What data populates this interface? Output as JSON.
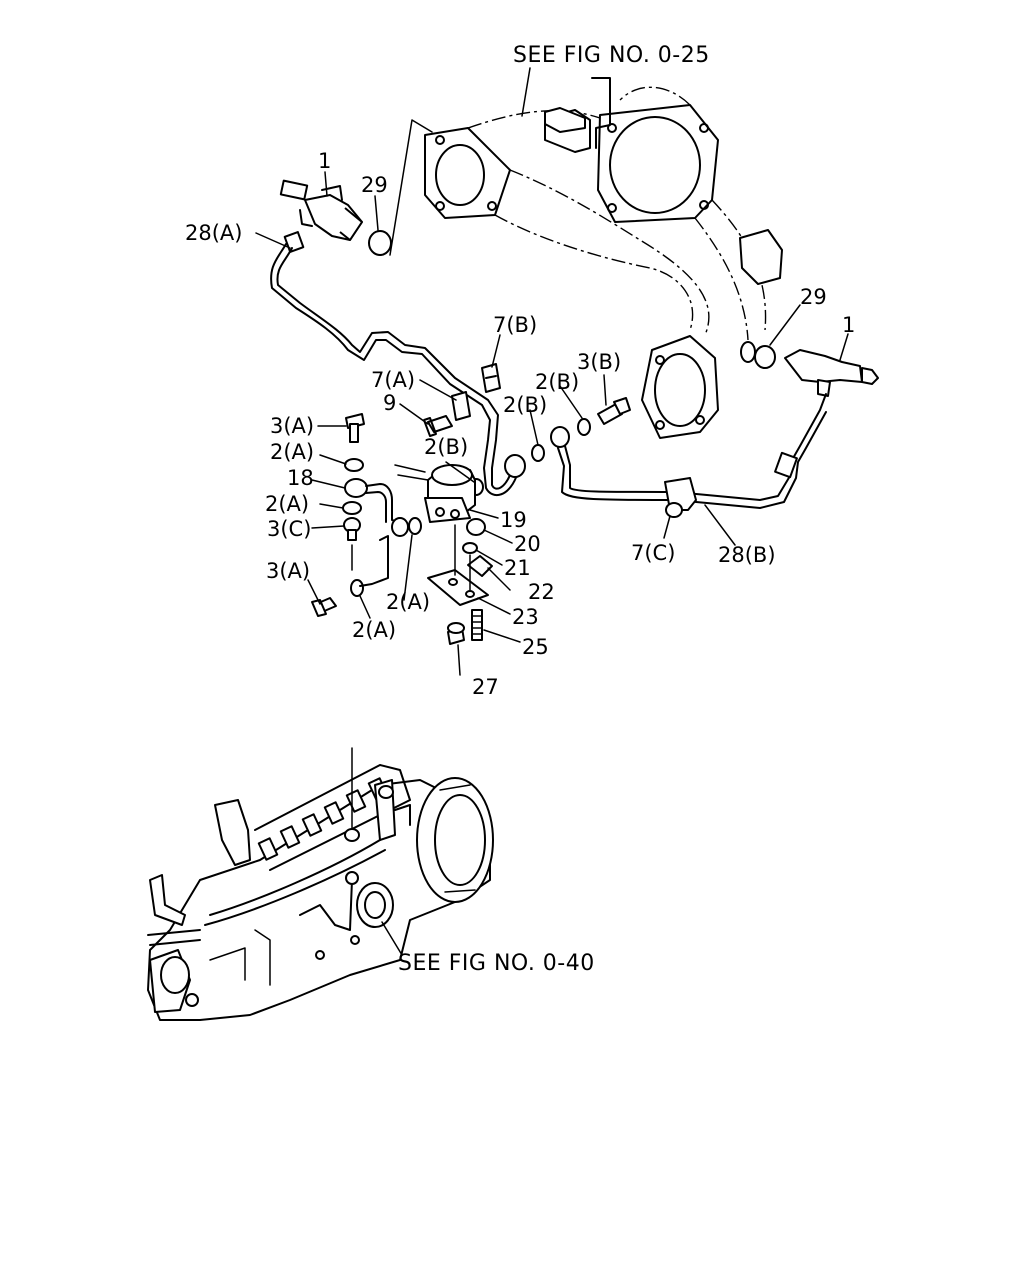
{
  "references": {
    "top": "SEE FIG NO. 0-25",
    "bottom": "SEE FIG NO. 0-40"
  },
  "callouts": {
    "c1_left": "1",
    "c29_left": "29",
    "c28a": "28(A)",
    "c29_right": "29",
    "c1_right": "1",
    "c7b": "7(B)",
    "c7a": "7(A)",
    "c9": "9",
    "c3b": "3(B)",
    "c2b_a": "2(B)",
    "c2b_b": "2(B)",
    "c2b_c": "2(B)",
    "c3a_top": "3(A)",
    "c2a_1": "2(A)",
    "c18": "18",
    "c2a_2": "2(A)",
    "c3c": "3(C)",
    "c19": "19",
    "c20": "20",
    "c21": "21",
    "c22": "22",
    "c23": "23",
    "c3a_bottom": "3(A)",
    "c2a_3": "2(A)",
    "c2a_4": "2(A)",
    "c25": "25",
    "c27": "27",
    "c7c": "7(C)",
    "c28b": "28(B)"
  }
}
